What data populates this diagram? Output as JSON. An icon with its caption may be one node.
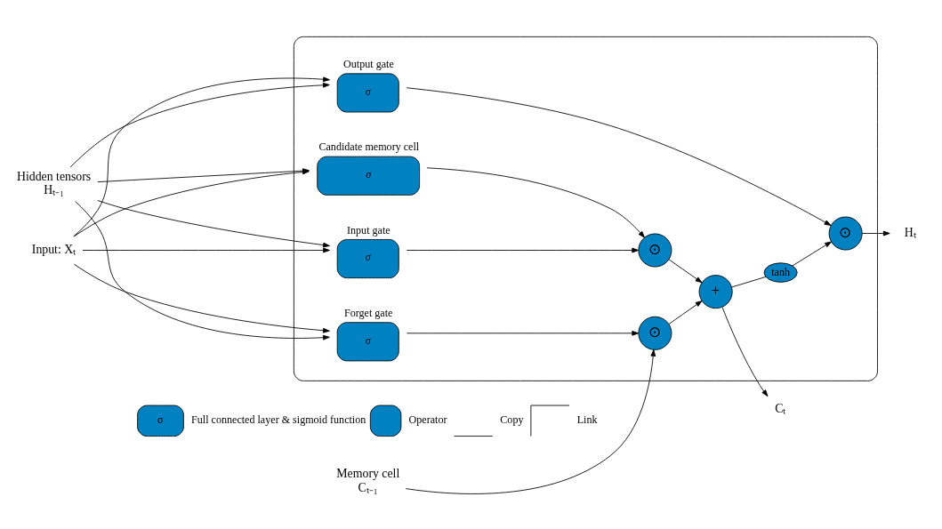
{
  "diagram": {
    "nodes": [
      {
        "text": [],
        "shape": "box"
      },
      {
        "text": [
          "Memory cell",
          "Cₜ₋₁"
        ]
      },
      {
        "text": [
          "⊙"
        ],
        "in": 0
      },
      {
        "text": [
          "+"
        ],
        "in": 0
      },
      {
        "text": [
          "tanh"
        ],
        "in": 0
      },
      {
        "text": [
          "⊙"
        ],
        "in": 0
      },
      {
        "text": [
          "⊙"
        ],
        "in": 0
      },
      {
        "text": [
          "Forget gate",
          "σ"
        ],
        "in": 0
      },
      {
        "text": [
          "Input gate",
          "σ"
        ],
        "in": 0
      },
      {
        "text": [
          "Candidate memory cell",
          "σ"
        ],
        "in": 0
      },
      {
        "text": [
          "Output gate",
          "σ"
        ],
        "in": 0
      },
      {
        "text": [
          "Cₜ"
        ]
      },
      {
        "text": [
          "Hidden tensors",
          "Hₜ₋₁"
        ]
      },
      {
        "text": [
          "Hₜ"
        ]
      },
      {
        "text": [
          "Input: Xₜ"
        ]
      }
    ],
    "edges": [
      {
        "from": 1,
        "to": 2,
        "arrow": "to"
      },
      {
        "from": 2,
        "to": 3,
        "arrow": "to"
      },
      {
        "from": 3,
        "to": 11,
        "arrow": "to"
      },
      {
        "from": 3,
        "to": 4,
        "arrow": "none"
      },
      {
        "from": 4,
        "to": 6,
        "arrow": "to"
      },
      {
        "from": 7,
        "to": 2,
        "arrow": "to"
      },
      {
        "from": 8,
        "to": 5,
        "arrow": "to"
      },
      {
        "from": 9,
        "to": 5,
        "arrow": "to"
      },
      {
        "from": 5,
        "to": 3,
        "arrow": "to"
      },
      {
        "from": 10,
        "to": 6,
        "arrow": "to"
      },
      {
        "from": 6,
        "to": 13,
        "arrow": "to"
      },
      {
        "from": 12,
        "to": 7,
        "arrow": "to"
      },
      {
        "from": 12,
        "to": 8,
        "arrow": "to"
      },
      {
        "from": 12,
        "to": 9,
        "arrow": "to"
      },
      {
        "from": 12,
        "to": 10,
        "arrow": "to"
      },
      {
        "from": 14,
        "to": 7,
        "arrow": "to"
      },
      {
        "from": 14,
        "to": 8,
        "arrow": "to"
      },
      {
        "from": 14,
        "to": 9,
        "arrow": "to"
      },
      {
        "from": 14,
        "to": 10,
        "arrow": "to"
      }
    ],
    "labels": [
      "σ"
    ],
    "legend": [
      {
        "text": "Full connected layer & sigmoid function",
        "color": "#0081c2"
      },
      {
        "text": "Operator",
        "color": "#0081c2"
      },
      {
        "text": "Copy"
      },
      {
        "text": "Link"
      }
    ]
  }
}
